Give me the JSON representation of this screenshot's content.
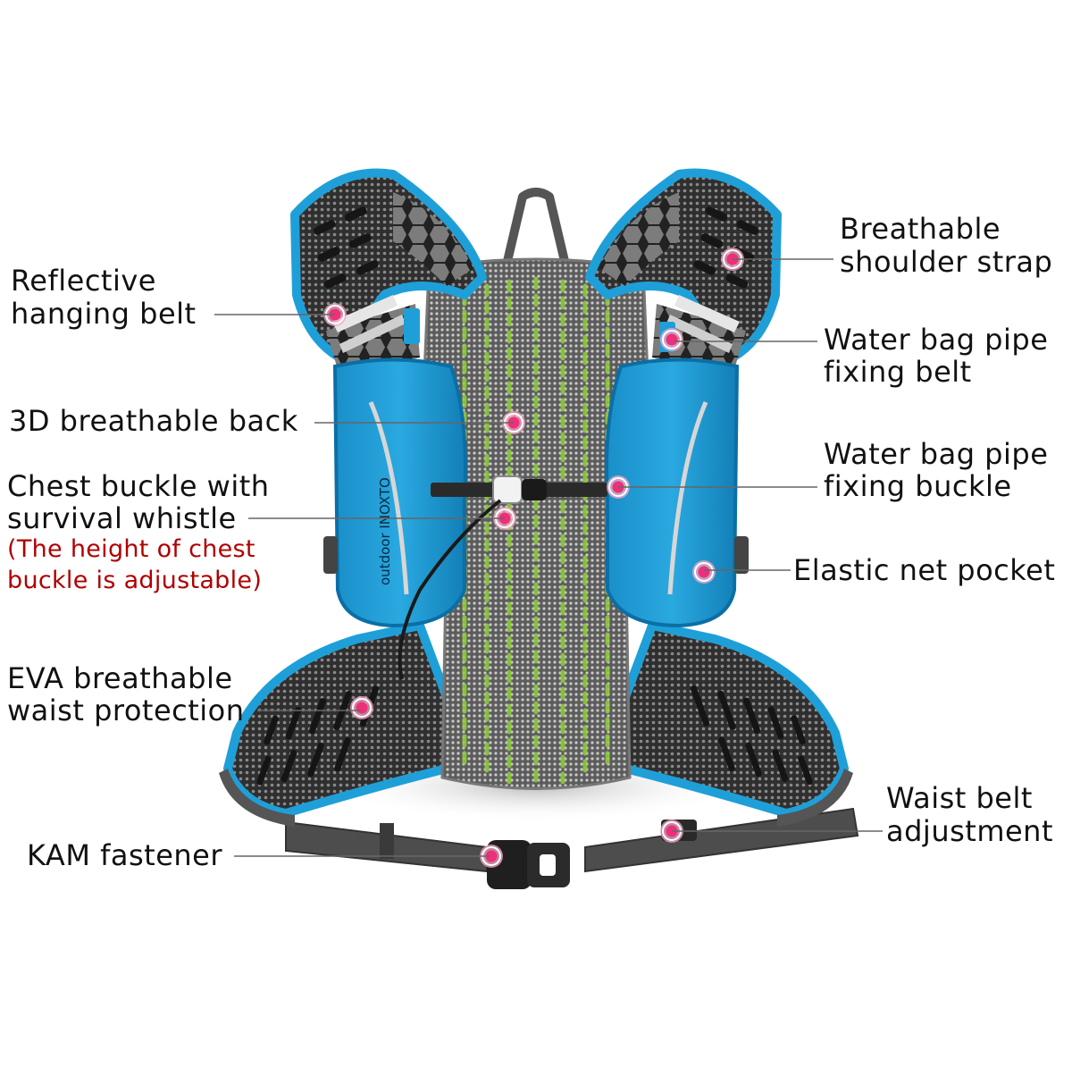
{
  "brand": "outdoor INOXTO",
  "colors": {
    "accent_blue": "#1f9fd8",
    "dark_blue": "#0b6fa6",
    "mesh_dark": "#3a3a3a",
    "mesh_light": "#9a9a9a",
    "strap_gray": "#505050",
    "marker_pink": "#ee2f7a",
    "note_red": "#b00000"
  },
  "labels": {
    "reflective_1": "Reflective",
    "reflective_2": "hanging belt",
    "back_3d": "3D breathable back",
    "chest_1": "Chest buckle with",
    "chest_2": "survival whistle",
    "chest_note_1": "(The height of chest",
    "chest_note_2": "buckle is adjustable)",
    "eva_1": "EVA breathable",
    "eva_2": "waist protection",
    "kam": "KAM fastener",
    "shoulder_1": "Breathable",
    "shoulder_2": "shoulder strap",
    "pipe_belt_1": "Water bag pipe",
    "pipe_belt_2": "fixing belt",
    "pipe_buckle_1": "Water bag pipe",
    "pipe_buckle_2": "fixing buckle",
    "elastic": "Elastic net pocket",
    "waist_adj_1": "Waist belt",
    "waist_adj_2": "adjustment"
  },
  "markers": [
    {
      "name": "reflective-hanging-belt-marker",
      "label": "Reflective hanging belt"
    },
    {
      "name": "breathable-back-marker",
      "label": "3D breathable back"
    },
    {
      "name": "chest-buckle-marker",
      "label": "Chest buckle with survival whistle"
    },
    {
      "name": "eva-waist-protection-marker",
      "label": "EVA breathable waist protection"
    },
    {
      "name": "kam-fastener-marker",
      "label": "KAM fastener"
    },
    {
      "name": "shoulder-strap-marker",
      "label": "Breathable shoulder strap"
    },
    {
      "name": "pipe-fixing-belt-marker",
      "label": "Water bag pipe fixing belt"
    },
    {
      "name": "pipe-fixing-buckle-marker",
      "label": "Water bag pipe fixing buckle"
    },
    {
      "name": "elastic-net-pocket-marker",
      "label": "Elastic net pocket"
    },
    {
      "name": "waist-belt-adjustment-marker",
      "label": "Waist belt adjustment"
    }
  ]
}
